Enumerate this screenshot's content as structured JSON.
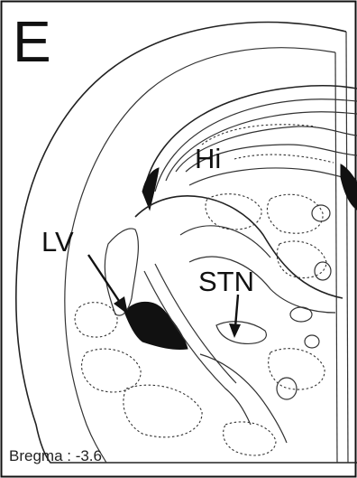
{
  "figure": {
    "panel_letter": "E",
    "labels": {
      "hi": "Hi",
      "lv": "LV",
      "stn": "STN"
    },
    "footer": "Bregma : -3.6"
  }
}
